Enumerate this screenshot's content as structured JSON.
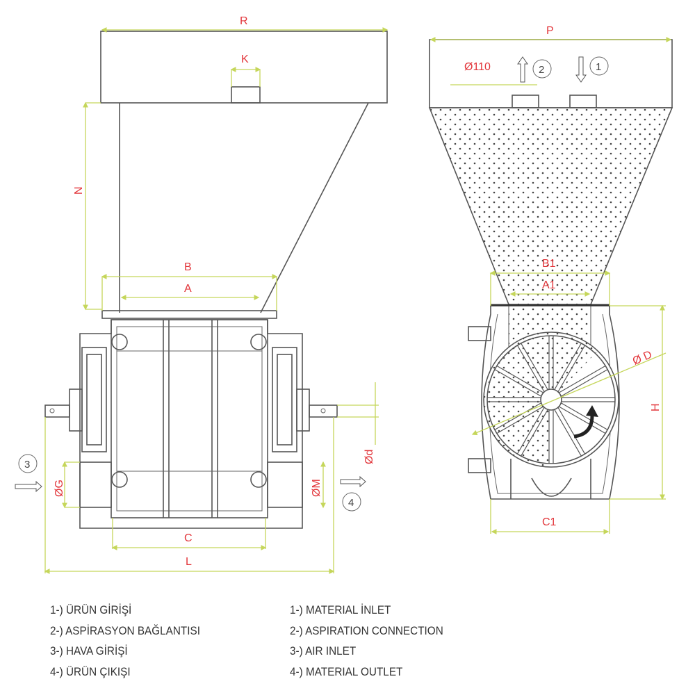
{
  "dimensions": {
    "R": "R",
    "K": "K",
    "N": "N",
    "B": "B",
    "A": "A",
    "C": "C",
    "L": "L",
    "G": "ØG",
    "M": "ØM",
    "d": "Ød",
    "P": "P",
    "pipe": "Ø110",
    "B1": "B1",
    "A1": "A1",
    "D": "Ø D",
    "H": "H",
    "C1": "C1"
  },
  "markers": [
    "1",
    "2",
    "3",
    "4"
  ],
  "legend": {
    "turkish": [
      "1-) ÜRÜN GİRİŞİ",
      "2-) ASPİRASYON BAĞLANTISI",
      "3-) HAVA GİRİŞİ",
      "4-) ÜRÜN ÇIKIŞI"
    ],
    "english": [
      "1-) MATERIAL İNLET",
      "2-) ASPIRATION CONNECTION",
      "3-) AIR INLET",
      "4-) MATERIAL OUTLET"
    ]
  },
  "colors": {
    "dimension": "#c5d65a",
    "label": "#e2353a",
    "drawing": "#555555"
  }
}
